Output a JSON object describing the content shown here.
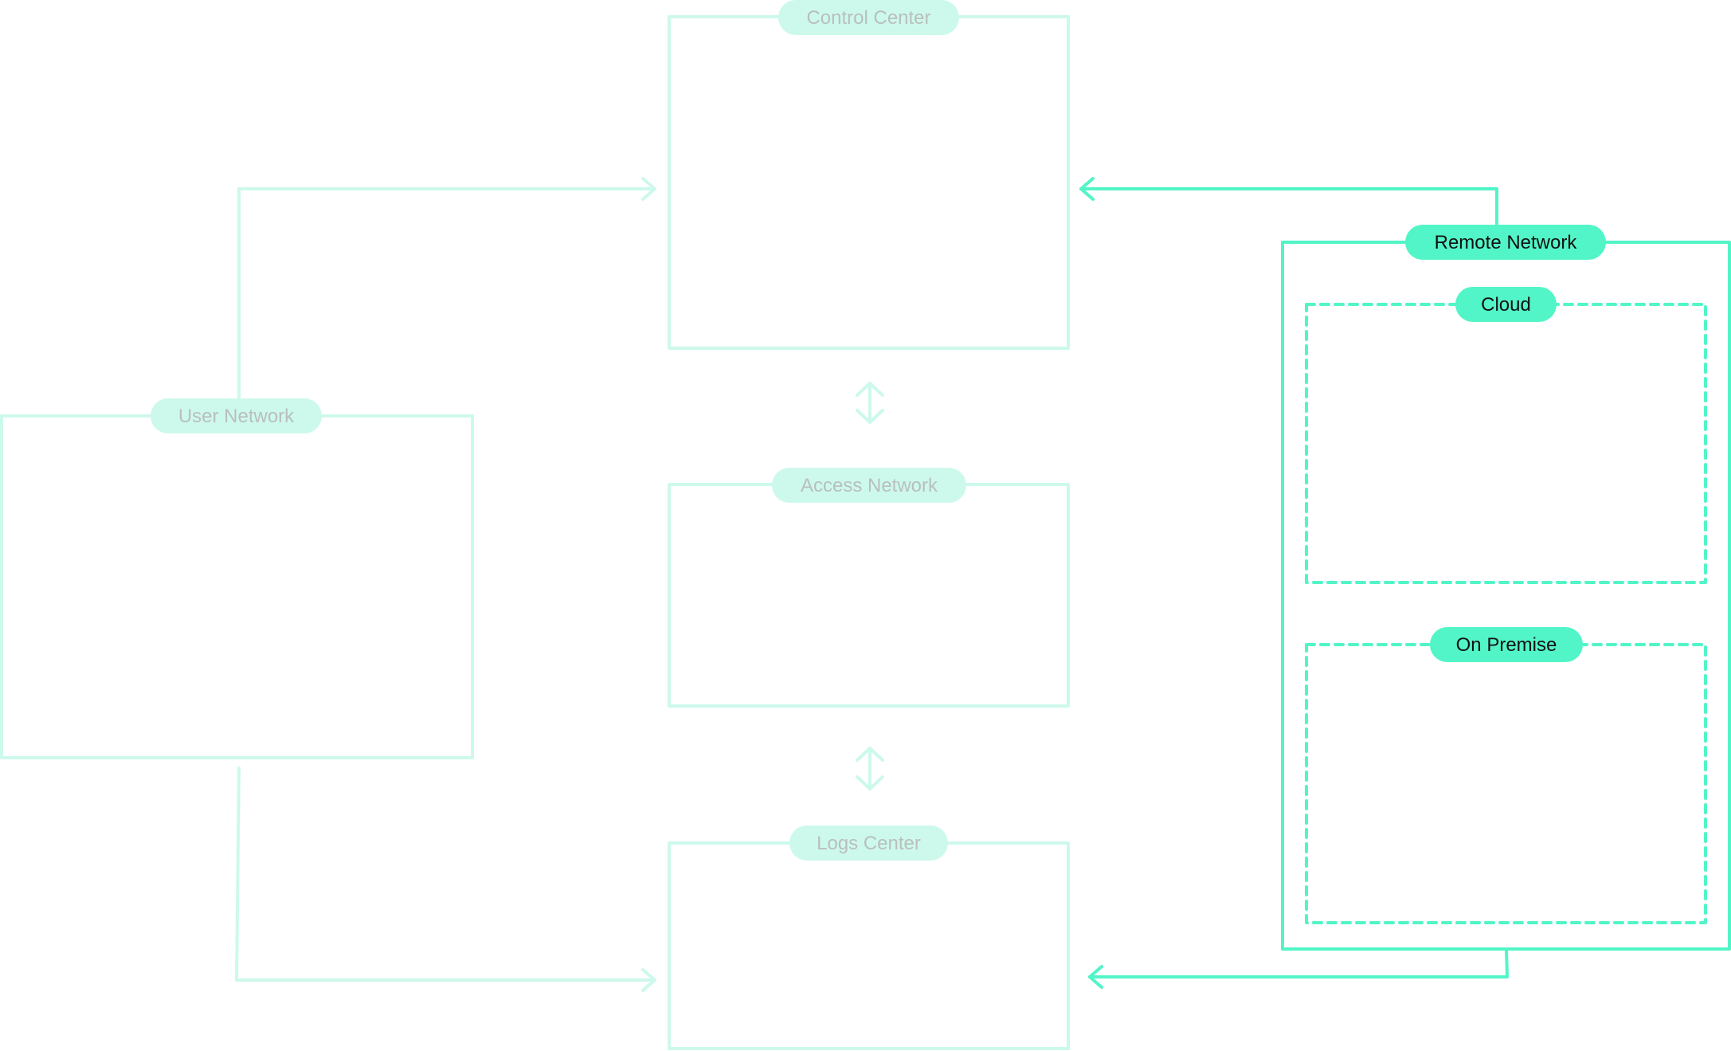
{
  "diagram": {
    "colors": {
      "faded": "#cdf9ec",
      "faded_text": "#b9bfbc",
      "active": "#52f5c7",
      "active_text": "#111111",
      "background": "#ffffff"
    },
    "nodes": {
      "control_center": {
        "label": "Control Center"
      },
      "user_network": {
        "label": "User Network"
      },
      "access_network": {
        "label": "Access Network"
      },
      "logs_center": {
        "label": "Logs Center"
      },
      "remote_network": {
        "label": "Remote Network"
      },
      "cloud": {
        "label": "Cloud"
      },
      "on_premise": {
        "label": "On Premise"
      }
    }
  }
}
